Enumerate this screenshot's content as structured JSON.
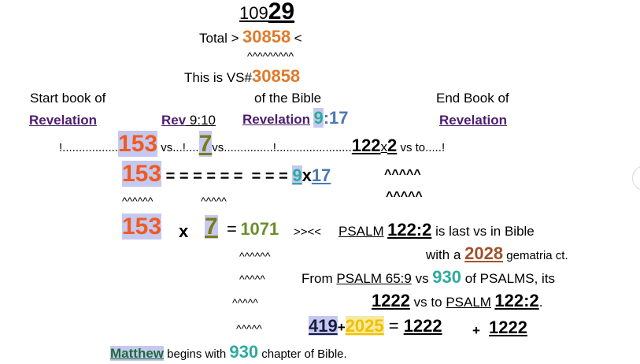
{
  "colors": {
    "orange": "#e07a2a",
    "red_orange": "#f05a23",
    "olive": "#7a7a1a",
    "green": "#6a8f2a",
    "teal": "#2eaaa0",
    "steel_blue": "#4a7ab0",
    "purple": "#4b1d6e",
    "brown": "#a0522d",
    "gold": "#f0c000",
    "dark_green": "#1e6b3a",
    "highlight": "#c5c9ef"
  },
  "header": {
    "number_a": "109",
    "number_b": "29",
    "total_prefix": "Total >",
    "total_value": "30858",
    "total_suffix": "<",
    "carets": "^^^^^^^^^",
    "vs_prefix": "This is VS#",
    "vs_value": "30858"
  },
  "labels": {
    "start_book": "Start book of",
    "of_bible": "of the Bible",
    "end_book": "End Book of",
    "revelation_left": "Revelation",
    "rev_book": "Rev",
    "rev_ref": " 9:10",
    "revelation_mid": "Revelation",
    "rev_chapter": "9",
    "rev_colon": ":",
    "rev_verse": "17",
    "revelation_right": "Revelation"
  },
  "line1": {
    "lead": "!.................",
    "n153": "153",
    "vs1": " vs...!....",
    "n7": "7",
    "vs2": "vs...............!.......................",
    "n122": "122",
    "x": "x",
    "n2": "2",
    "tail": " vs to.....!"
  },
  "line2": {
    "n153": "153",
    "equals": " = = = = = =  = = = ",
    "n9": "9",
    "x": "x",
    "n17": "17",
    "carets_right_1": "^^^^^",
    "carets_left": "^^^^^^",
    "carets_mid": "^^^^^",
    "carets_right_2": "^^^^^"
  },
  "line3": {
    "n153": "153",
    "x": "x",
    "n7": "7",
    "eq": "=",
    "n1071": "1071",
    "arrows": ">><<",
    "psalm": "PSALM",
    "psalm_ref": "122:2",
    "tail": " is last vs in Bible"
  },
  "line4": {
    "carets": "^^^^^^",
    "with_a": "with a ",
    "n2028": "2028",
    "gematria": " gematria ct."
  },
  "line5": {
    "carets": "^^^^^",
    "from": "From ",
    "psalm": "PSALM 65:9",
    "vs": " vs ",
    "n930": "930",
    "of_psalms": " of PSALMS, its"
  },
  "line6": {
    "carets": "^^^^^",
    "n1222": "1222",
    "vs_to": " vs to ",
    "psalm": "PSALM",
    "psalm_ref": "122:2",
    "period": "."
  },
  "line7": {
    "carets": "^^^^^",
    "n419": "419",
    "plus1": "+",
    "n2025": "2025",
    "eq": " = ",
    "n1222a": "1222",
    "plus2": "+",
    "n1222b": "1222"
  },
  "line8": {
    "matthew": "Matthew",
    "begins": " begins with ",
    "n930": "930",
    "tail": " chapter of Bible."
  }
}
